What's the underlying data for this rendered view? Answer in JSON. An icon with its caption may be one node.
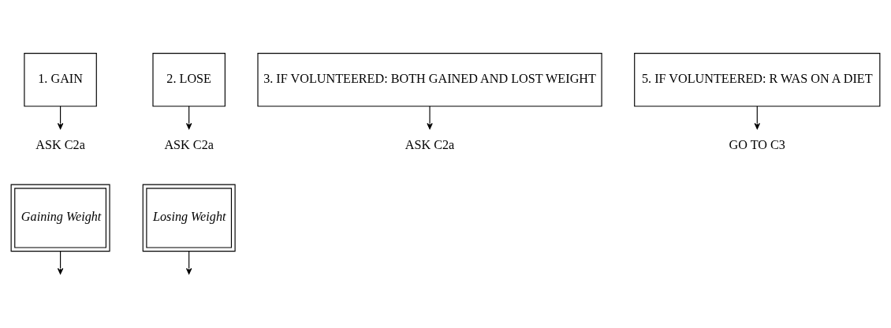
{
  "diagram": {
    "nodes": [
      {
        "text": [
          "1. GAIN"
        ]
      },
      {
        "text": [
          "ASK C2a"
        ]
      },
      {
        "text": [
          "2. LOSE"
        ]
      },
      {
        "text": [
          "ASK C2a"
        ]
      },
      {
        "text": [
          "3. IF VOLUNTEERED: BOTH GAINED AND LOST WEIGHT"
        ]
      },
      {
        "text": [
          "ASK C2a"
        ]
      },
      {
        "text": [
          "5. IF VOLUNTEERED: R WAS ON A DIET"
        ]
      },
      {
        "text": [
          "GO TO C3"
        ]
      },
      {
        "text": [
          "Gaining Weight"
        ]
      },
      {
        "text": [
          "Losing Weight"
        ]
      }
    ],
    "edges": [
      {
        "from": 0,
        "to": 1,
        "arrow": "to"
      },
      {
        "from": 2,
        "to": 3,
        "arrow": "to"
      },
      {
        "from": 4,
        "to": 5,
        "arrow": "to"
      },
      {
        "from": 6,
        "to": 7,
        "arrow": "to"
      },
      {
        "from": 8,
        "to": null,
        "arrow": "to"
      },
      {
        "from": 9,
        "to": null,
        "arrow": "to"
      }
    ]
  }
}
